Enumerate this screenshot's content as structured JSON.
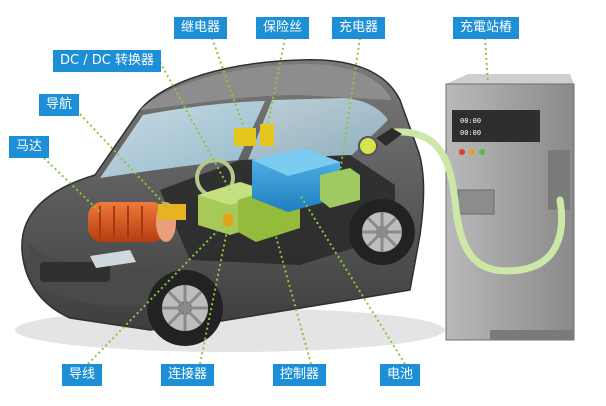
{
  "labels": {
    "relay": "继电器",
    "fuse": "保险丝",
    "charger": "充电器",
    "charging_post": "充電站樁",
    "dcdc": "DC / DC 转换器",
    "nav": "导航",
    "motor": "马达",
    "wire": "导线",
    "connector": "连接器",
    "controller": "控制器",
    "battery": "电池"
  },
  "station": {
    "display_line1": "00:00",
    "display_line2": "00:00"
  },
  "colors": {
    "label_bg": "#1d8fd6",
    "leader_line": "#8cc63f",
    "car_body": "#5b5b5b",
    "battery": "#3a9fd8",
    "motor": "#d9531e",
    "cable": "#cde8a6",
    "station": "#9a9a9a"
  }
}
